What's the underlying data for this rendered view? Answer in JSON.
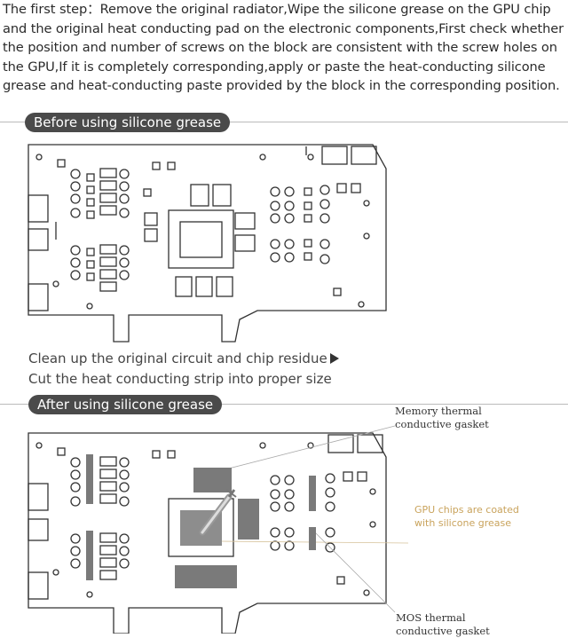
{
  "intro_text": "The first step：Remove the original radiator,Wipe the silicone grease on the GPU chip and the original heat conducting pad on the electronic components,First check whether the position and number of screws on the block are consistent with the screw holes on the GPU,If it is completely corresponding,apply or paste the heat-conducting silicone grease and heat-conducting paste provided by the block in the corresponding position.",
  "section_before": "Before using silicone grease",
  "step_clean": "Clean up the original circuit and chip residue",
  "step_cut": "Cut the heat conducting strip into proper size",
  "section_after": "After using silicone grease",
  "annotations": {
    "memory_line1": "Memory thermal",
    "memory_line2": "conductive gasket",
    "gpu_line1": "GPU chips are coated",
    "gpu_line2": "with silicone grease",
    "mos_line1": "MOS thermal",
    "mos_line2": "conductive gasket"
  },
  "colors": {
    "banner": "#4a4a4a",
    "pad": "#7a7a7a",
    "gpu_note": "#c9a35c"
  }
}
